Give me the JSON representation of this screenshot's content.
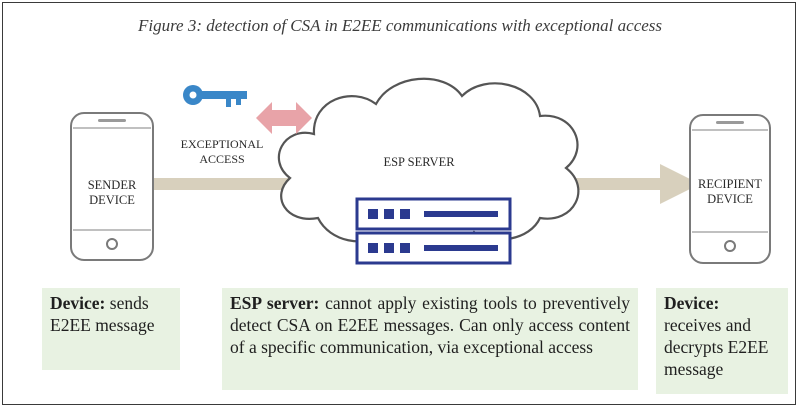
{
  "figure_title": "Figure 3: detection of CSA in E2EE communications with exceptional access",
  "labels": {
    "sender_line1": "SENDER",
    "sender_line2": "DEVICE",
    "recipient_line1": "RECIPIENT",
    "recipient_line2": "DEVICE",
    "exceptional_line1": "EXCEPTIONAL",
    "exceptional_line2": "ACCESS",
    "server": "ESP SERVER"
  },
  "captions": {
    "sender": {
      "heading": "Device:",
      "text": " sends E2EE message"
    },
    "server": {
      "heading": "ESP server:",
      "text": " cannot apply existing tools to preventively detect CSA on E2EE messages. Can only access content of a specific communication, via exceptional access"
    },
    "recipient": {
      "heading": "Device:",
      "text": " receives and decrypts E2EE message"
    }
  },
  "colors": {
    "arrow": "#d8d0bd",
    "key": "#3a87c8",
    "double_arrow": "#e8a3a8",
    "server": "#2b3a8f",
    "caption_bg": "#e8f2e2",
    "phone_outline": "#7a7a7a"
  },
  "icons": [
    "key-icon",
    "double-arrow-icon",
    "cloud-icon",
    "server-icon",
    "phone-icon"
  ]
}
